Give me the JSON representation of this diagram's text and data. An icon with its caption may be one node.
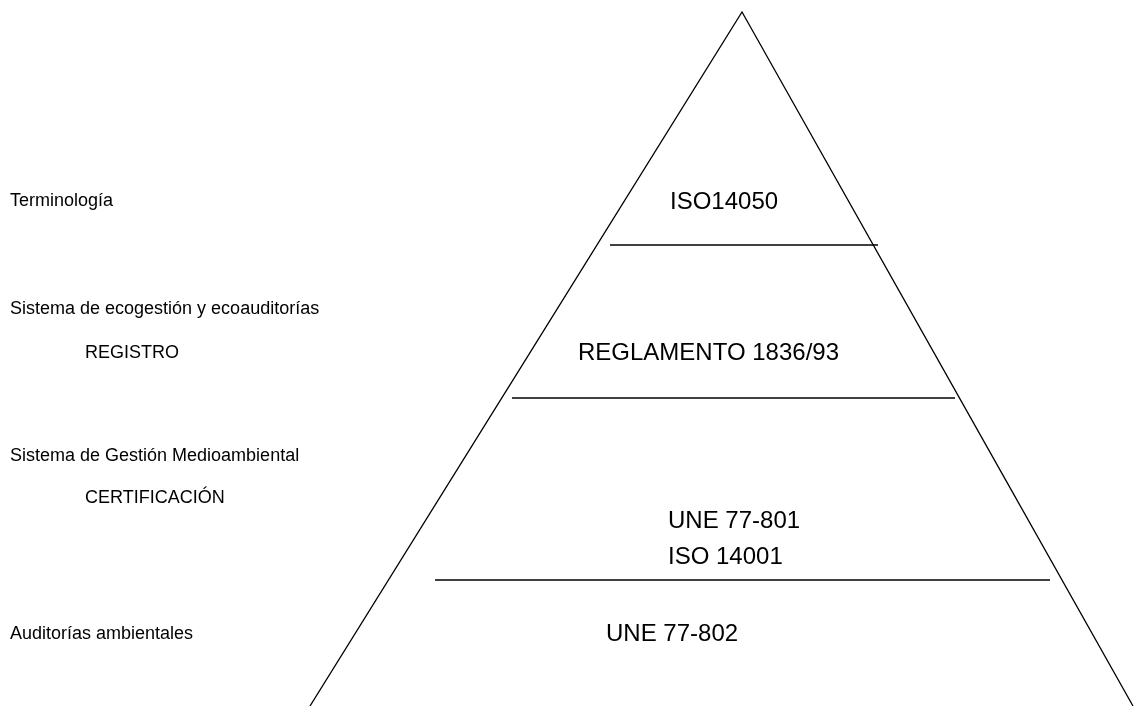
{
  "diagram": {
    "nodes": [
      {
        "text": [
          "ISO14050"
        ]
      },
      {
        "text": [
          "REGLAMENTO 1836/93"
        ]
      },
      {
        "text": [
          "UNE 77-801",
          "ISO 14001"
        ]
      },
      {
        "text": [
          "UNE 77-802"
        ]
      }
    ],
    "labels": [
      "Terminología",
      "Sistema de ecogestión y ecoauditorías",
      "REGISTRO",
      "Sistema de Gestión Medioambiental",
      "CERTIFICACIÓN",
      "Auditorías ambientales"
    ]
  }
}
